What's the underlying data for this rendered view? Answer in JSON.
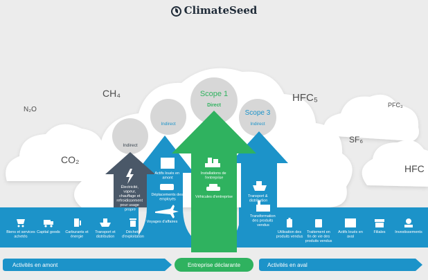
{
  "brand": {
    "name": "ClimateSeed"
  },
  "gases": {
    "n2o": "N₂O",
    "ch4": "CH₄",
    "co2": "CO₂",
    "hfc_top": "HFC₅",
    "pfc": "PFC₃",
    "sf6": "SF₆",
    "hfc_right": "HFC"
  },
  "scopes": {
    "scope1": {
      "title": "Scope 1",
      "subtitle": "Direct"
    },
    "scope2": {
      "subtitle": "Indirect"
    },
    "scope2b": {
      "subtitle": "Indirect"
    },
    "scope3": {
      "title": "Scope 3",
      "subtitle": "Indirect"
    }
  },
  "arrows": {
    "electricity": [
      "Électricité,",
      "vapeur,",
      "chauffage et",
      "refroidissement",
      "pour usage",
      "propre"
    ],
    "installations": [
      "Installations de",
      "l'entreprise"
    ],
    "vehicles": "Véhicules d'entreprise",
    "leased_upstream": [
      "Actifs loués en",
      "amont"
    ],
    "commute": [
      "Déplacements des",
      "employés"
    ],
    "business_travel": "Voyages d'affaires",
    "transport_down": [
      "Transport &",
      "distribution"
    ],
    "processing": [
      "Transformation",
      "des produits",
      "vendus"
    ]
  },
  "upstream_items": [
    {
      "icon": "cart-icon",
      "lines": [
        "Biens et services",
        "achetés"
      ]
    },
    {
      "icon": "truck-icon",
      "lines": [
        "Capital goods"
      ]
    },
    {
      "icon": "fuel-pump-icon",
      "lines": [
        "Carburants et",
        "énergie"
      ]
    },
    {
      "icon": "ship-icon",
      "lines": [
        "Transport et",
        "distribution"
      ]
    },
    {
      "icon": "trash-icon",
      "lines": [
        "Déchets",
        "d'exploitation"
      ]
    }
  ],
  "downstream_items": [
    {
      "icon": "battery-icon",
      "lines": [
        "Utilisation des",
        "produits vendus"
      ]
    },
    {
      "icon": "recycle-bin-icon",
      "lines": [
        "Traitement en",
        "fin de vie des",
        "produits vendus"
      ]
    },
    {
      "icon": "building-icon",
      "lines": [
        "Actifs loués en",
        "aval"
      ]
    },
    {
      "icon": "shop-icon",
      "lines": [
        "Filiales"
      ]
    },
    {
      "icon": "money-icon",
      "lines": [
        "Investissements"
      ]
    }
  ],
  "bottom": {
    "upstream": "Activités en amont",
    "company": "Entreprise déclarante",
    "downstream": "Activités en aval"
  },
  "colors": {
    "blue": "#1c93c9",
    "blue_dark": "#137fb2",
    "green": "#2fb25f",
    "green_dark": "#1f8f44",
    "gray_arrow": "#4a5868",
    "bubble": "#d6d6d6",
    "cloud": "#ffffff",
    "text_dark": "#3a4650"
  }
}
